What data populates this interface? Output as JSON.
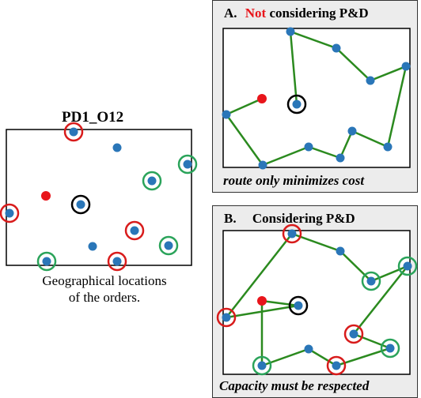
{
  "left": {
    "title": "PD1_O12",
    "caption_line1": "Geographical locations",
    "caption_line2": "of the orders."
  },
  "panel_a": {
    "letter": "A.",
    "not_word": "Not",
    "rest": "considering P&D",
    "caption": "route only minimizes cost"
  },
  "panel_b": {
    "letter": "B.",
    "rest": "Considering P&D",
    "caption": "Capacity must be respected"
  },
  "colors": {
    "node": "#2a76b8",
    "depot": "#e8151b",
    "route": "#2b8a1f",
    "pickup_ring": "#d81b1b",
    "delivery_ring": "#2aa35a",
    "current_ring": "#000000",
    "panel_bg": "#ececec"
  }
}
